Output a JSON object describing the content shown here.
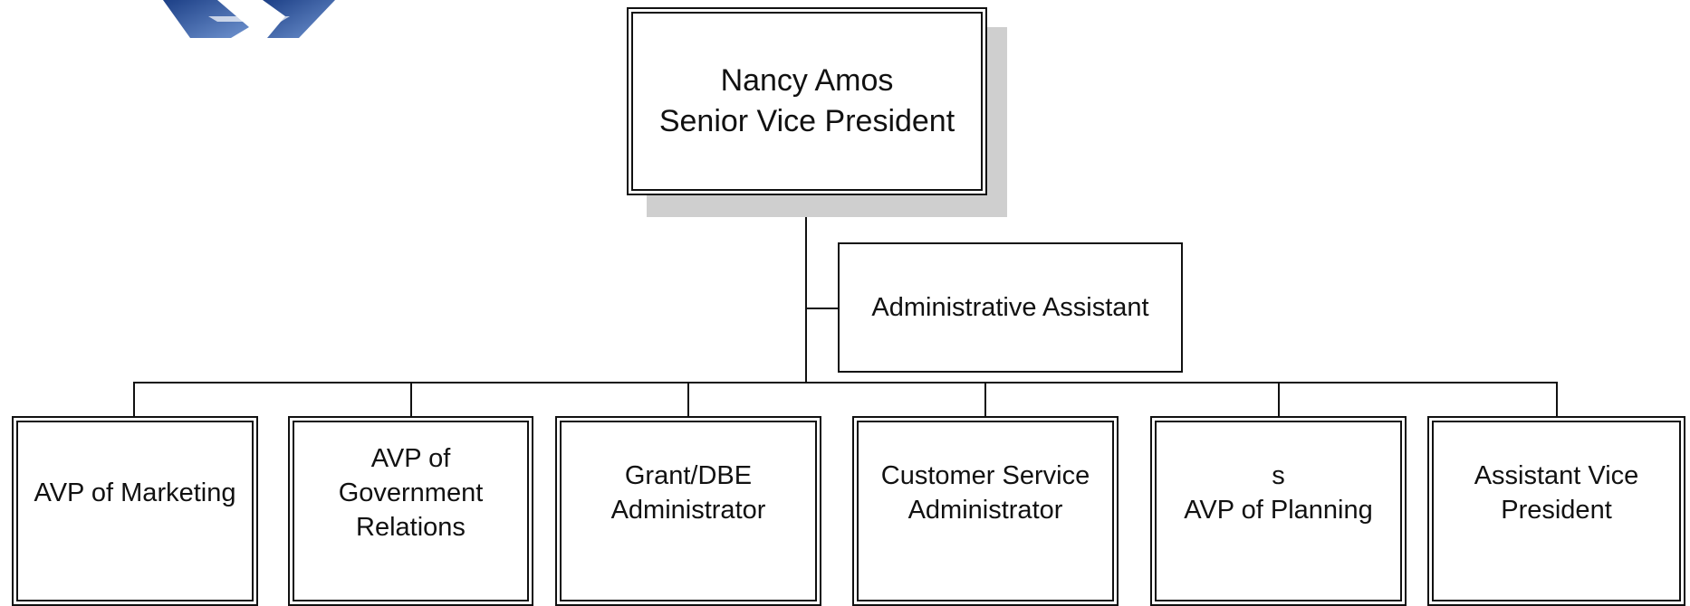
{
  "top": {
    "name": "Nancy Amos",
    "title": "Senior Vice President"
  },
  "assistant": {
    "label": "Administrative Assistant"
  },
  "reports": [
    {
      "id": "marketing",
      "label": "AVP of Marketing"
    },
    {
      "id": "gov",
      "label": "AVP of\nGovernment\nRelations"
    },
    {
      "id": "grant",
      "label": "Grant/DBE\nAdministrator"
    },
    {
      "id": "customer",
      "label": "Customer Service\nAdministrator"
    },
    {
      "id": "planning",
      "label": "s\nAVP of Planning"
    },
    {
      "id": "avp",
      "label": "Assistant Vice\nPresident"
    }
  ],
  "colors": {
    "line": "#111111",
    "shadow": "#cfcfcf",
    "logo_blue": "#2a5aa8"
  },
  "logo": {
    "icon": "transit-logo-icon"
  }
}
